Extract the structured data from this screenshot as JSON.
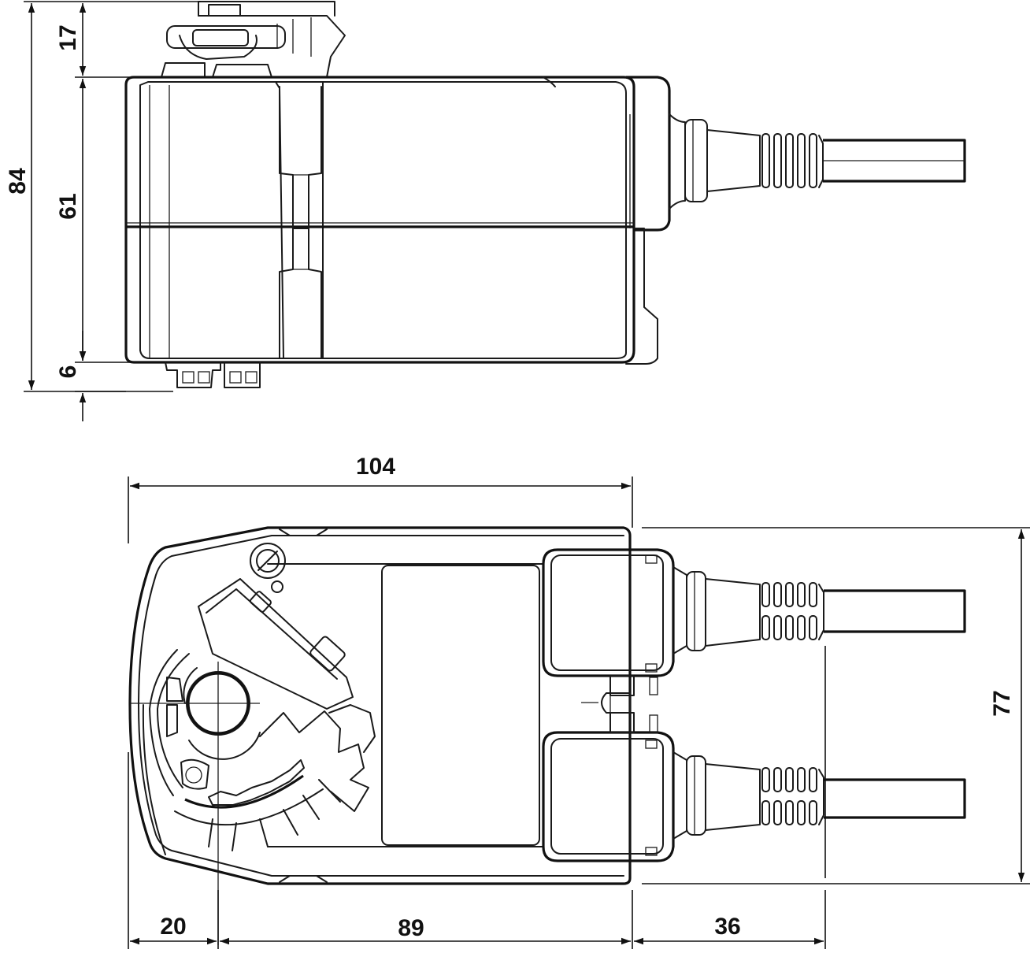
{
  "dimensions": {
    "top_view": {
      "overall_height": "84",
      "top_clearance": "17",
      "body_height": "61",
      "bottom_clearance": "6"
    },
    "front_view": {
      "overall_width": "104",
      "height": "77",
      "left_offset": "20",
      "body_length": "89",
      "cable_extension": "36"
    }
  },
  "colors": {
    "line": "#1a1a1a",
    "background": "#ffffff"
  }
}
